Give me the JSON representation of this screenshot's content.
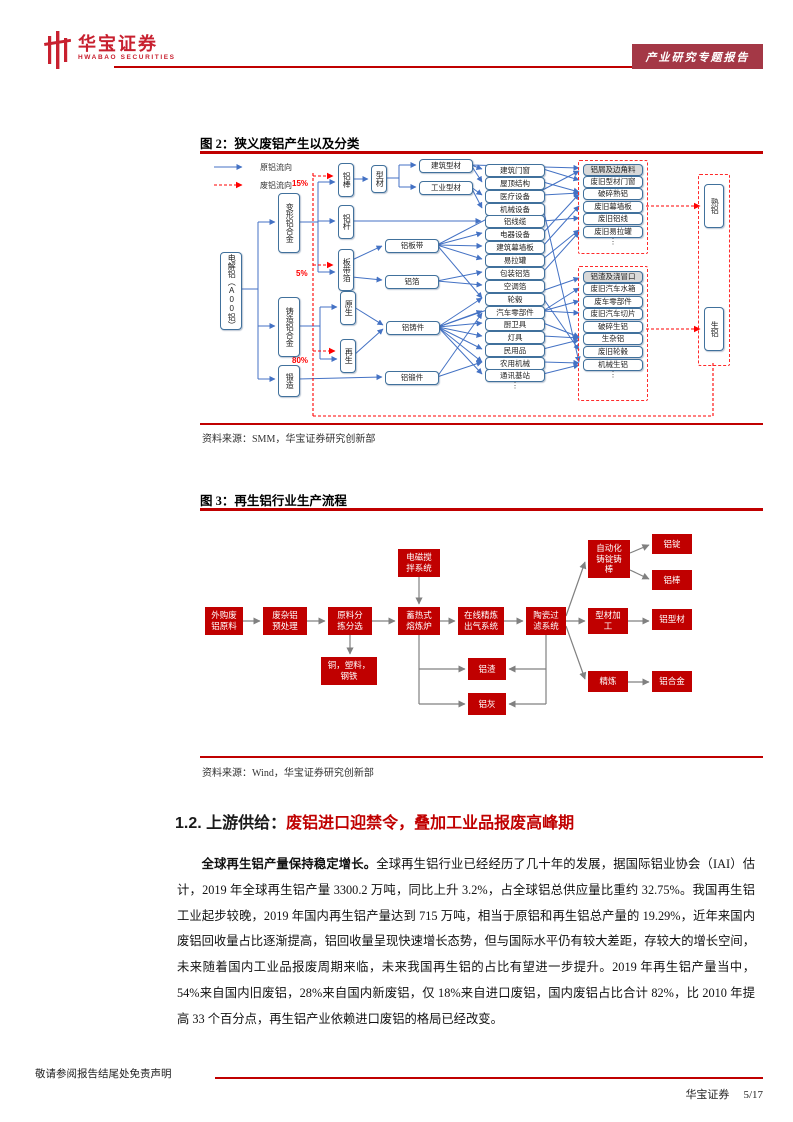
{
  "colors": {
    "brand_red": "#C00000",
    "logo_red": "#C8202F",
    "badge_bg": "#A43846",
    "diagram_blue": "#4472C4",
    "scrap_dash_red": "#FF0000",
    "flow_arrow_gray": "#808080"
  },
  "header": {
    "logo_title": "华宝证券",
    "logo_subtitle": "HWABAO SECURITIES",
    "badge": "产业研究专题报告"
  },
  "fig2": {
    "title": "图 2：狭义废铝产生以及分类",
    "source": "资料来源：SMM，华宝证券研究创新部",
    "legend": {
      "primary": "原铝流向",
      "scrap": "废铝流向"
    },
    "percents": {
      "p15": "15%",
      "p5": "5%",
      "p80": "80%"
    },
    "nodes": {
      "dianjielv": "电解铝（A00铝）",
      "bianxing": "变形铝合金",
      "zhuzao": "铸造铝合金",
      "duanzao": "锻造",
      "lvbang": "铝棒",
      "lvgan": "铝杆",
      "bandaibo": "板带箔",
      "yuansheng": "原生",
      "zaisheng": "再生",
      "xingcai": "型材",
      "lvbandai": "铝板带",
      "lvbo": "铝箔",
      "lvzhujian": "铝铸件",
      "lvduanjian": "铝锻件",
      "jianzhu_xc": "建筑型材",
      "gongye_xc": "工业型材",
      "shulv": "熟铝",
      "shenglv": "生铝"
    },
    "mid_items": [
      "建筑门窗",
      "屋顶结构",
      "医疗设备",
      "机械设备",
      "铝线缆",
      "电器设备",
      "建筑幕墙板",
      "易拉罐",
      "包装铝箔",
      "空调箔",
      "轮毂",
      "汽车零部件",
      "厨卫具",
      "灯具",
      "民用品",
      "农用机械",
      "通讯基站"
    ],
    "group1": [
      "铝屑及边角料",
      "废旧型材门窗",
      "破碎熟铝",
      "废旧幕墙板",
      "废旧铝线",
      "废旧易拉罐"
    ],
    "group2": [
      "铝渣及浇冒口",
      "废旧汽车水箱",
      "废车零部件",
      "废旧汽车切片",
      "破碎生铝",
      "生杂铝",
      "废旧轮毂",
      "机械生铝"
    ],
    "ellipsis": "⋮"
  },
  "fig3": {
    "title": "图 3：再生铝行业生产流程",
    "source": "资料来源：Wind，华宝证券研究创新部",
    "nodes": {
      "waigou": "外购废\n铝原料",
      "yuchuli": "废杂铝\n预处理",
      "fenxuan": "原料分\n拣分选",
      "tongsuliao": "铜，塑料，\n钢铁",
      "dianci": "电磁搅\n拌系统",
      "xureshi": "蓄热式\n熔炼炉",
      "zaixian": "在线精炼\n出气系统",
      "taoci": "陶瓷过\n滤系统",
      "zidonghua": "自动化\n铸锭铸\n棒",
      "lvding": "铝锭",
      "lvbang": "铝棒",
      "xingcaijiagong": "型材加\n工",
      "lvxingcai": "铝型材",
      "jinglian": "精炼",
      "lvhejin": "铝合金",
      "lvzha": "铝渣",
      "lvhui": "铝灰"
    }
  },
  "section": {
    "number": "1.2. ",
    "title_black": "上游供给：",
    "title_red": "废铝进口迎禁令，叠加工业品报废高峰期"
  },
  "paragraph": {
    "lead": "全球再生铝产量保持稳定增长。",
    "body": "全球再生铝行业已经经历了几十年的发展，据国际铝业协会（IAI）估计，2019 年全球再生铝产量 3300.2 万吨，同比上升 3.2%，占全球铝总供应量比重约 32.75%。我国再生铝工业起步较晚，2019 年国内再生铝产量达到 715 万吨，相当于原铝和再生铝总产量的 19.29%，近年来国内废铝回收量占比逐渐提高，铝回收量呈现快速增长态势，但与国际水平仍有较大差距，存较大的增长空间，未来随着国内工业品报废周期来临，未来我国再生铝的占比有望进一步提升。2019 年再生铝产量当中，54%来自国内旧废铝，28%来自国内新废铝，仅 18%来自进口废铝，国内废铝占比合计 82%，比 2010 年提高 33 个百分点，再生铝产业依赖进口废铝的格局已经改变。"
  },
  "footer": {
    "disclaimer": "敬请参阅报告结尾处免责声明",
    "brand": "华宝证券",
    "page": "5/17"
  }
}
